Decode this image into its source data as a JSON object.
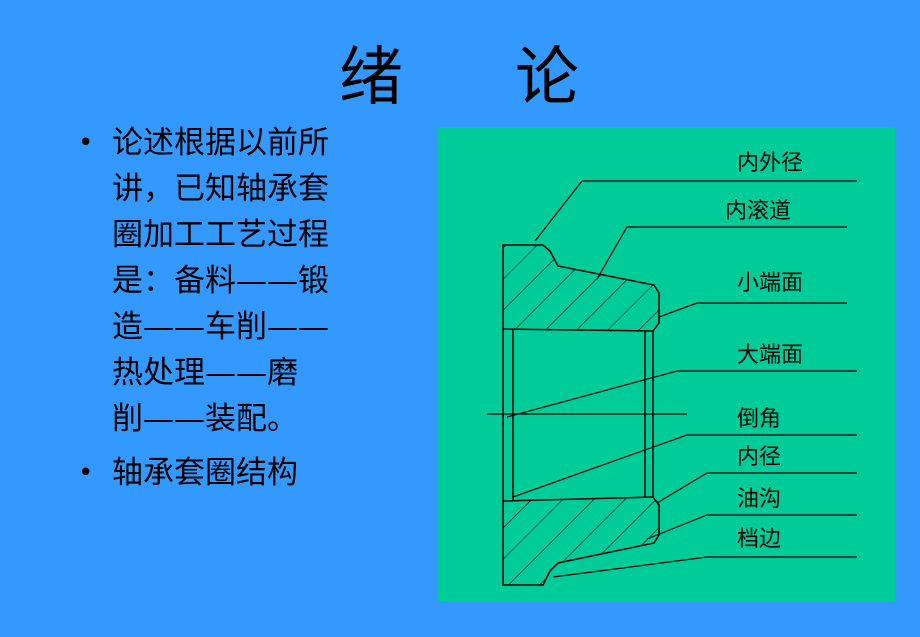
{
  "title": {
    "part1": "绪",
    "part2": "论"
  },
  "bullets": [
    {
      "bullet": "•",
      "lines": [
        "论述根据以前所",
        "讲，已知轴承套",
        "圈加工工艺过程",
        "是：备料——锻",
        "造——车削——",
        "热处理——磨",
        "削——装配。"
      ]
    },
    {
      "bullet": "•",
      "lines": [
        "轴承套圈结构"
      ]
    }
  ],
  "diagram": {
    "background": "#00cc99",
    "labels": [
      "内外径",
      "内滚道",
      "小端面",
      "大端面",
      "倒角",
      "内径",
      "油沟",
      "档边"
    ]
  }
}
